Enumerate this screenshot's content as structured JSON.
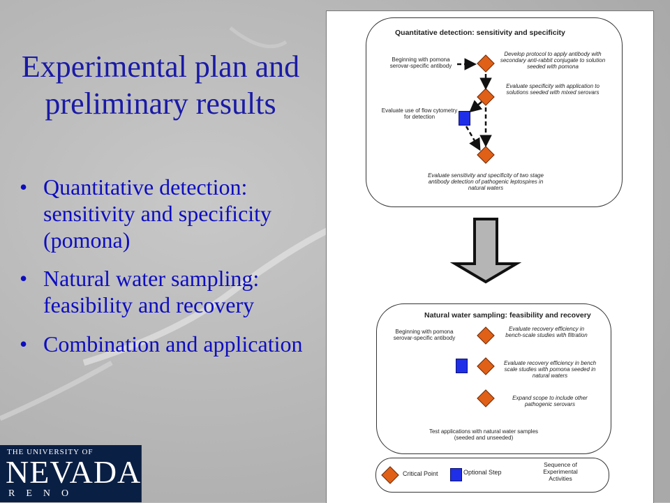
{
  "slide": {
    "title": "Experimental plan and preliminary results",
    "bullets": [
      "Quantitative detection: sensitivity and specificity (pomona)",
      "Natural water sampling: feasibility and recovery",
      "Combination and application"
    ]
  },
  "logo": {
    "line1": "THE UNIVERSITY OF",
    "line2": "NEVADA",
    "line3": "RENO"
  },
  "diagram1": {
    "title": "Quantitative detection:  sensitivity and specificity",
    "begin": "Beginning with pomona serovar-specific antibody",
    "step1": "Develop protocol to apply antibody with secondary anti-rabbit conjugate to solution seeded with pomona",
    "step2": "Evaluate specificity with application to solutions seeded with mixed serovars",
    "optional": "Evaluate use of flow cytometry for detection",
    "final": "Evaluate sensitivity and specificity of two stage antibody detection of pathogenic leptospires in natural waters"
  },
  "diagram2": {
    "title": "Natural water sampling:  feasibility and recovery",
    "begin": "Beginning with pomona serovar-specific antibody",
    "step1": "Evaluate recovery efficiency in bench-scale studies with filtration",
    "step2": "Evaluate recovery efficiency in bench scale studies with pomona seeded in natural waters",
    "step3": "Expand scope to include other pathogenic serovars",
    "final": "Test applications with natural water samples (seeded and unseeded)"
  },
  "legend": {
    "critical": "Critical Point",
    "optional": "Optional Step",
    "sequence": "Sequence of Experimental Activities"
  },
  "colors": {
    "title_blue": "#1a1aa6",
    "critical_orange": "#e06018",
    "optional_blue": "#1f2fe8",
    "logo_navy": "#0a1f44"
  }
}
